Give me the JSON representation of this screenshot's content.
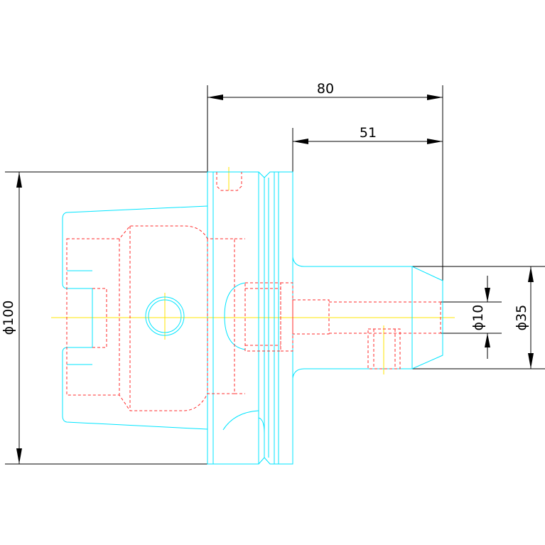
{
  "drawing": {
    "colors": {
      "outline": "#00e5ff",
      "hidden": "#ff2b2b",
      "centerline": "#ffe600",
      "dimension": "#000000",
      "background": "#ffffff"
    },
    "dimensions": {
      "overall_length": "80",
      "shank_length": "51",
      "flange_diameter": "ϕ100",
      "bore_diameter": "ϕ10",
      "shank_diameter": "ϕ35"
    }
  }
}
